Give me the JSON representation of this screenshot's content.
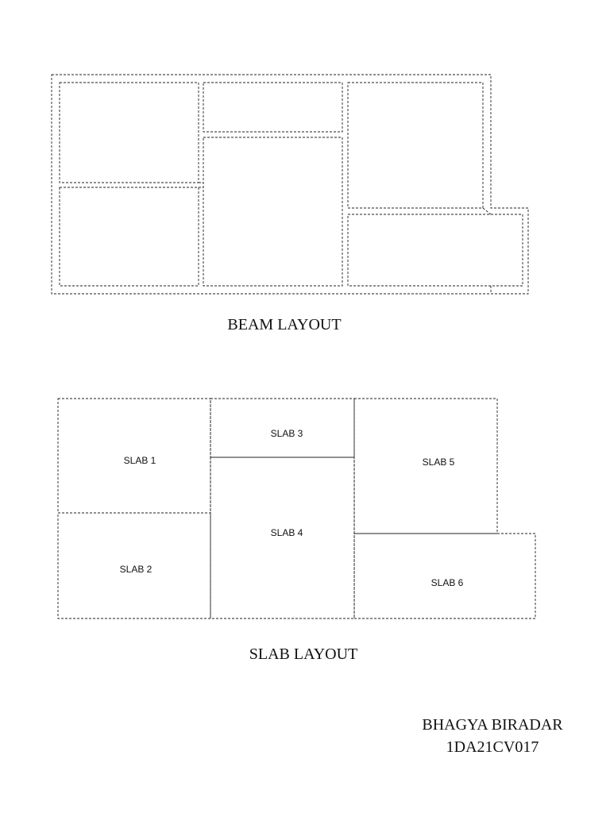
{
  "beam_layout": {
    "title": "BEAM LAYOUT"
  },
  "slab_layout": {
    "title": "SLAB LAYOUT",
    "slabs": [
      {
        "label": "SLAB 1"
      },
      {
        "label": "SLAB 2"
      },
      {
        "label": "SLAB 3"
      },
      {
        "label": "SLAB 4"
      },
      {
        "label": "SLAB 5"
      },
      {
        "label": "SLAB 6"
      }
    ]
  },
  "author": {
    "name": "BHAGYA BIRADAR",
    "id": "1DA21CV017"
  }
}
